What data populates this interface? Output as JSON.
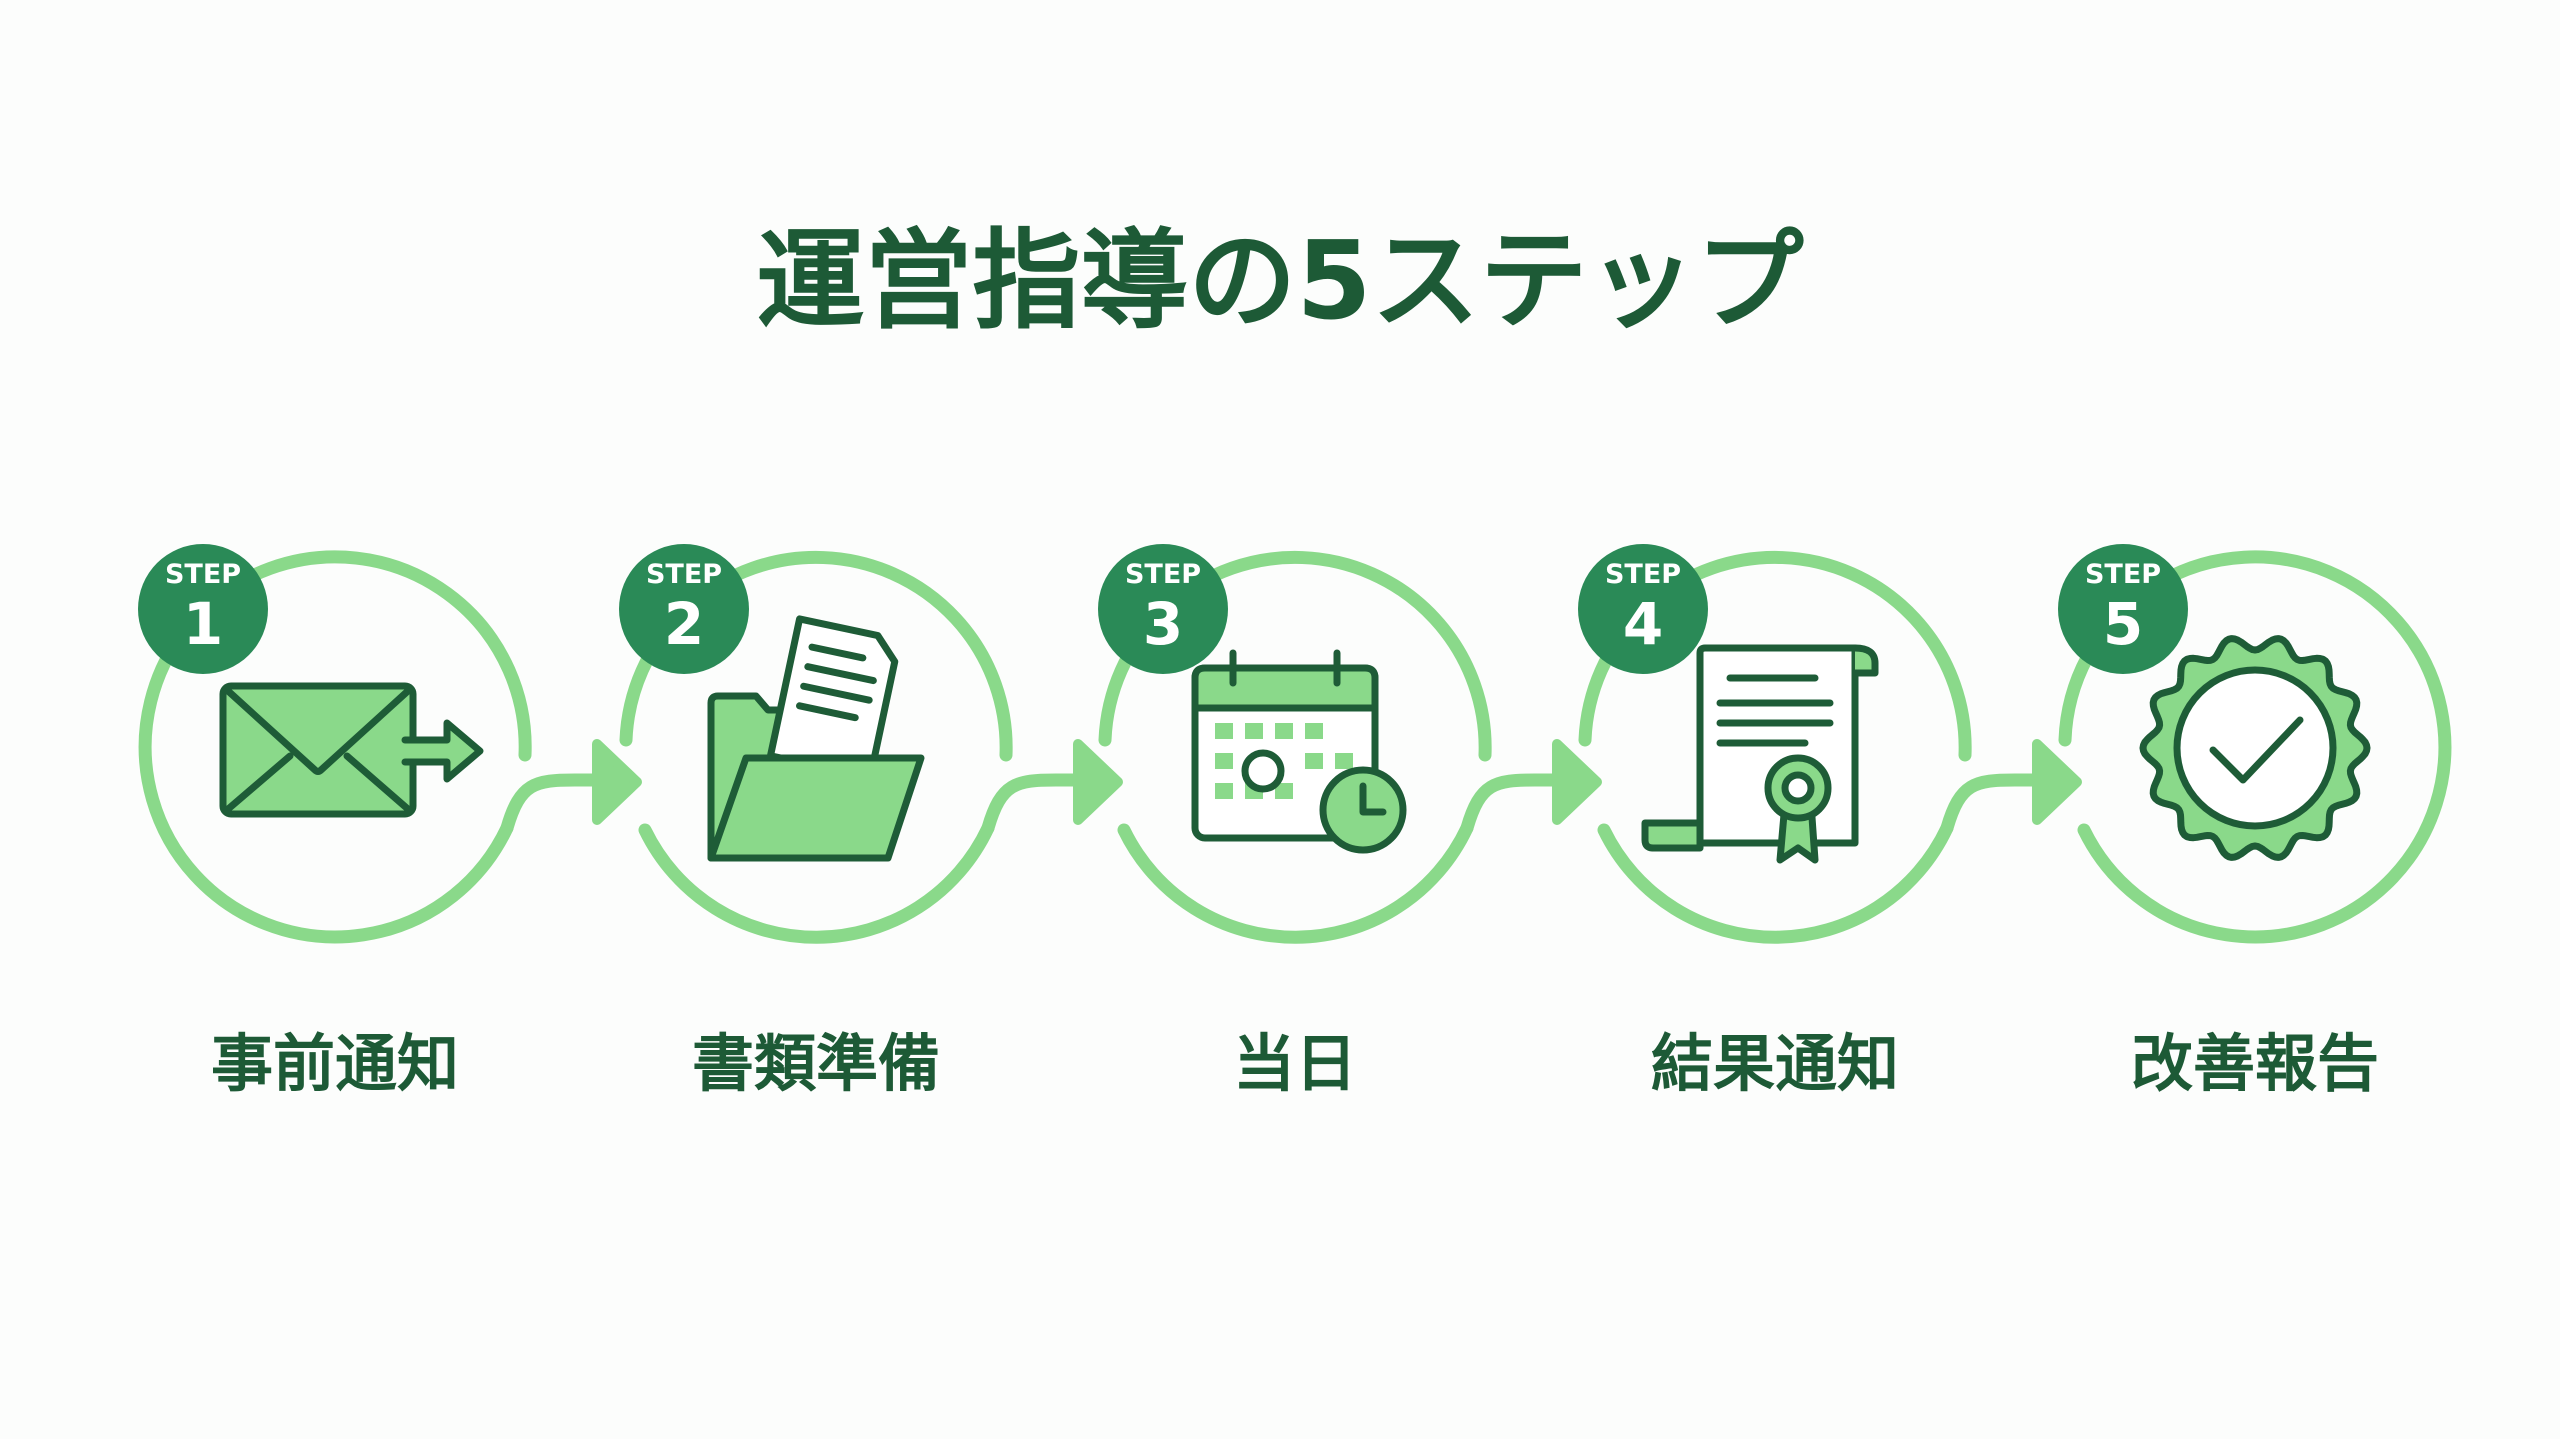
{
  "title": "運営指導の5ステップ",
  "colors": {
    "title": "#1d5a36",
    "badge": "#2a8a57",
    "ring": "#8ad98a",
    "icon_stroke": "#1e5c37",
    "icon_fill": "#8ad98a"
  },
  "steps": [
    {
      "badge_word": "STEP",
      "number": "1",
      "label": "事前通知",
      "icon": "envelope-send-icon"
    },
    {
      "badge_word": "STEP",
      "number": "2",
      "label": "書類準備",
      "icon": "folder-documents-icon"
    },
    {
      "badge_word": "STEP",
      "number": "3",
      "label": "当日",
      "icon": "calendar-clock-icon"
    },
    {
      "badge_word": "STEP",
      "number": "4",
      "label": "結果通知",
      "icon": "certificate-icon"
    },
    {
      "badge_word": "STEP",
      "number": "5",
      "label": "改善報告",
      "icon": "check-badge-icon"
    }
  ]
}
